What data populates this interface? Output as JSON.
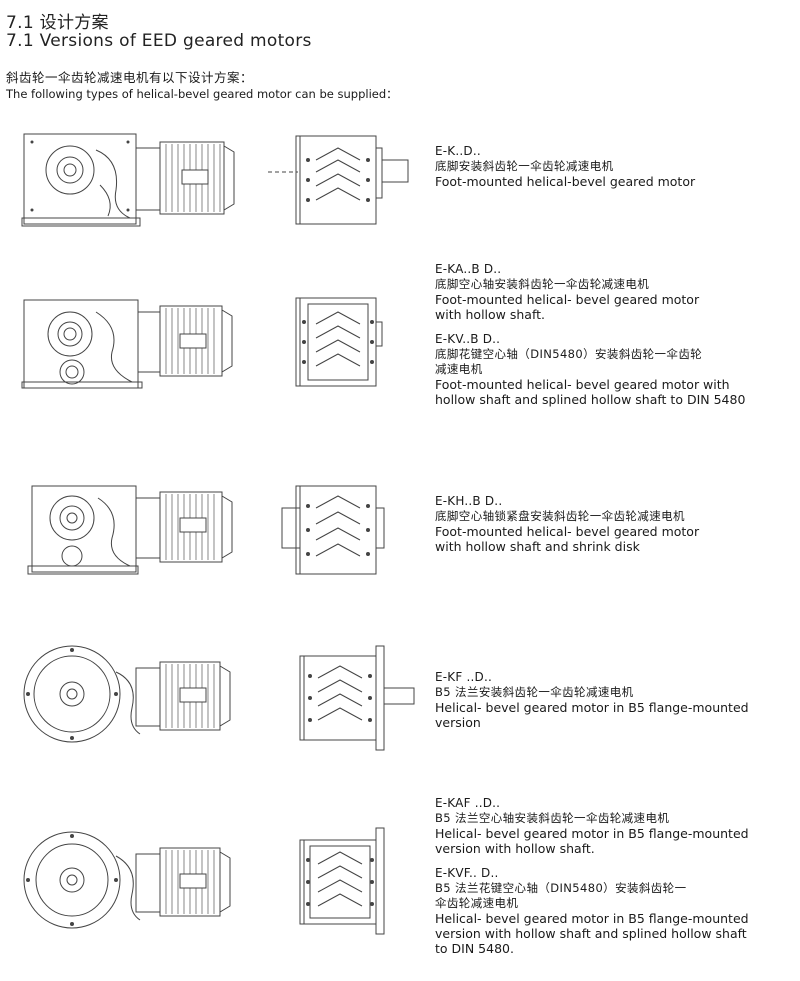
{
  "section": {
    "title_cn": "7.1 设计方案",
    "title_en": "7.1 Versions of EED geared motors"
  },
  "intro": {
    "cn": "斜齿轮一伞齿轮减速电机有以下设计方案：",
    "en": "The following types of helical-bevel geared motor can be supplied："
  },
  "versions": [
    {
      "entries": [
        {
          "code": "E-K..D..",
          "cn": "底脚安装斜齿轮一伞齿轮减速电机",
          "en": [
            "Foot-mounted helical-bevel geared motor"
          ]
        }
      ]
    },
    {
      "entries": [
        {
          "code": "E-KA..B D..",
          "cn": "底脚空心轴安装斜齿轮一伞齿轮减速电机",
          "en": [
            "Foot-mounted helical- bevel geared motor",
            "with hollow shaft."
          ]
        },
        {
          "code": "E-KV..B D..",
          "cn": "底脚花键空心轴（DIN5480）安装斜齿轮一伞齿轮",
          "cn2": "减速电机",
          "en": [
            "Foot-mounted helical- bevel geared motor with",
            "hollow shaft and splined hollow shaft to DIN 5480"
          ]
        }
      ]
    },
    {
      "entries": [
        {
          "code": "E-KH..B D..",
          "cn": "底脚空心轴锁紧盘安装斜齿轮一伞齿轮减速电机",
          "en": [
            "Foot-mounted helical- bevel geared motor",
            "with hollow shaft and shrink disk"
          ]
        }
      ]
    },
    {
      "entries": [
        {
          "code": "E-KF ..D..",
          "cn": "B5 法兰安装斜齿轮一伞齿轮减速电机",
          "en": [
            "Helical- bevel geared motor in B5 flange-mounted",
            "version"
          ]
        }
      ]
    },
    {
      "entries": [
        {
          "code": "E-KAF ..D..",
          "cn": "B5 法兰空心轴安装斜齿轮一伞齿轮减速电机",
          "en": [
            "Helical- bevel geared motor in B5 flange-mounted",
            "version with hollow shaft."
          ]
        },
        {
          "code": "E-KVF.. D..",
          "cn": "B5 法兰花键空心轴（DIN5480）安装斜齿轮一",
          "cn2": "伞齿轮减速电机",
          "en": [
            "Helical- bevel geared motor in B5 flange-mounted",
            "version with hollow shaft and splined hollow shaft",
            "to DIN 5480."
          ]
        }
      ]
    }
  ]
}
